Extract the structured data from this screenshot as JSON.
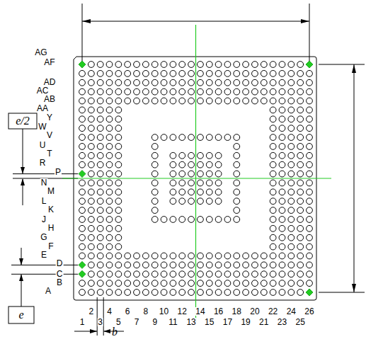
{
  "diagram": {
    "labels": [
      "AG",
      "AF",
      "AD",
      "AC",
      "AB",
      "AA",
      "Y",
      "W",
      "V",
      "U",
      "T",
      "R",
      "P",
      "N",
      "M",
      "L",
      "K",
      "J",
      "H",
      "G",
      "F",
      "E",
      "D",
      "C",
      "B",
      "A",
      "2",
      "4",
      "6",
      "8",
      "10",
      "12",
      "14",
      "16",
      "18",
      "20",
      "22",
      "24",
      "26",
      "1",
      "3",
      "5",
      "7",
      "9",
      "11",
      "13",
      "15",
      "17",
      "19",
      "21",
      "23",
      "25",
      "e/2",
      "e",
      "b"
    ]
  }
}
